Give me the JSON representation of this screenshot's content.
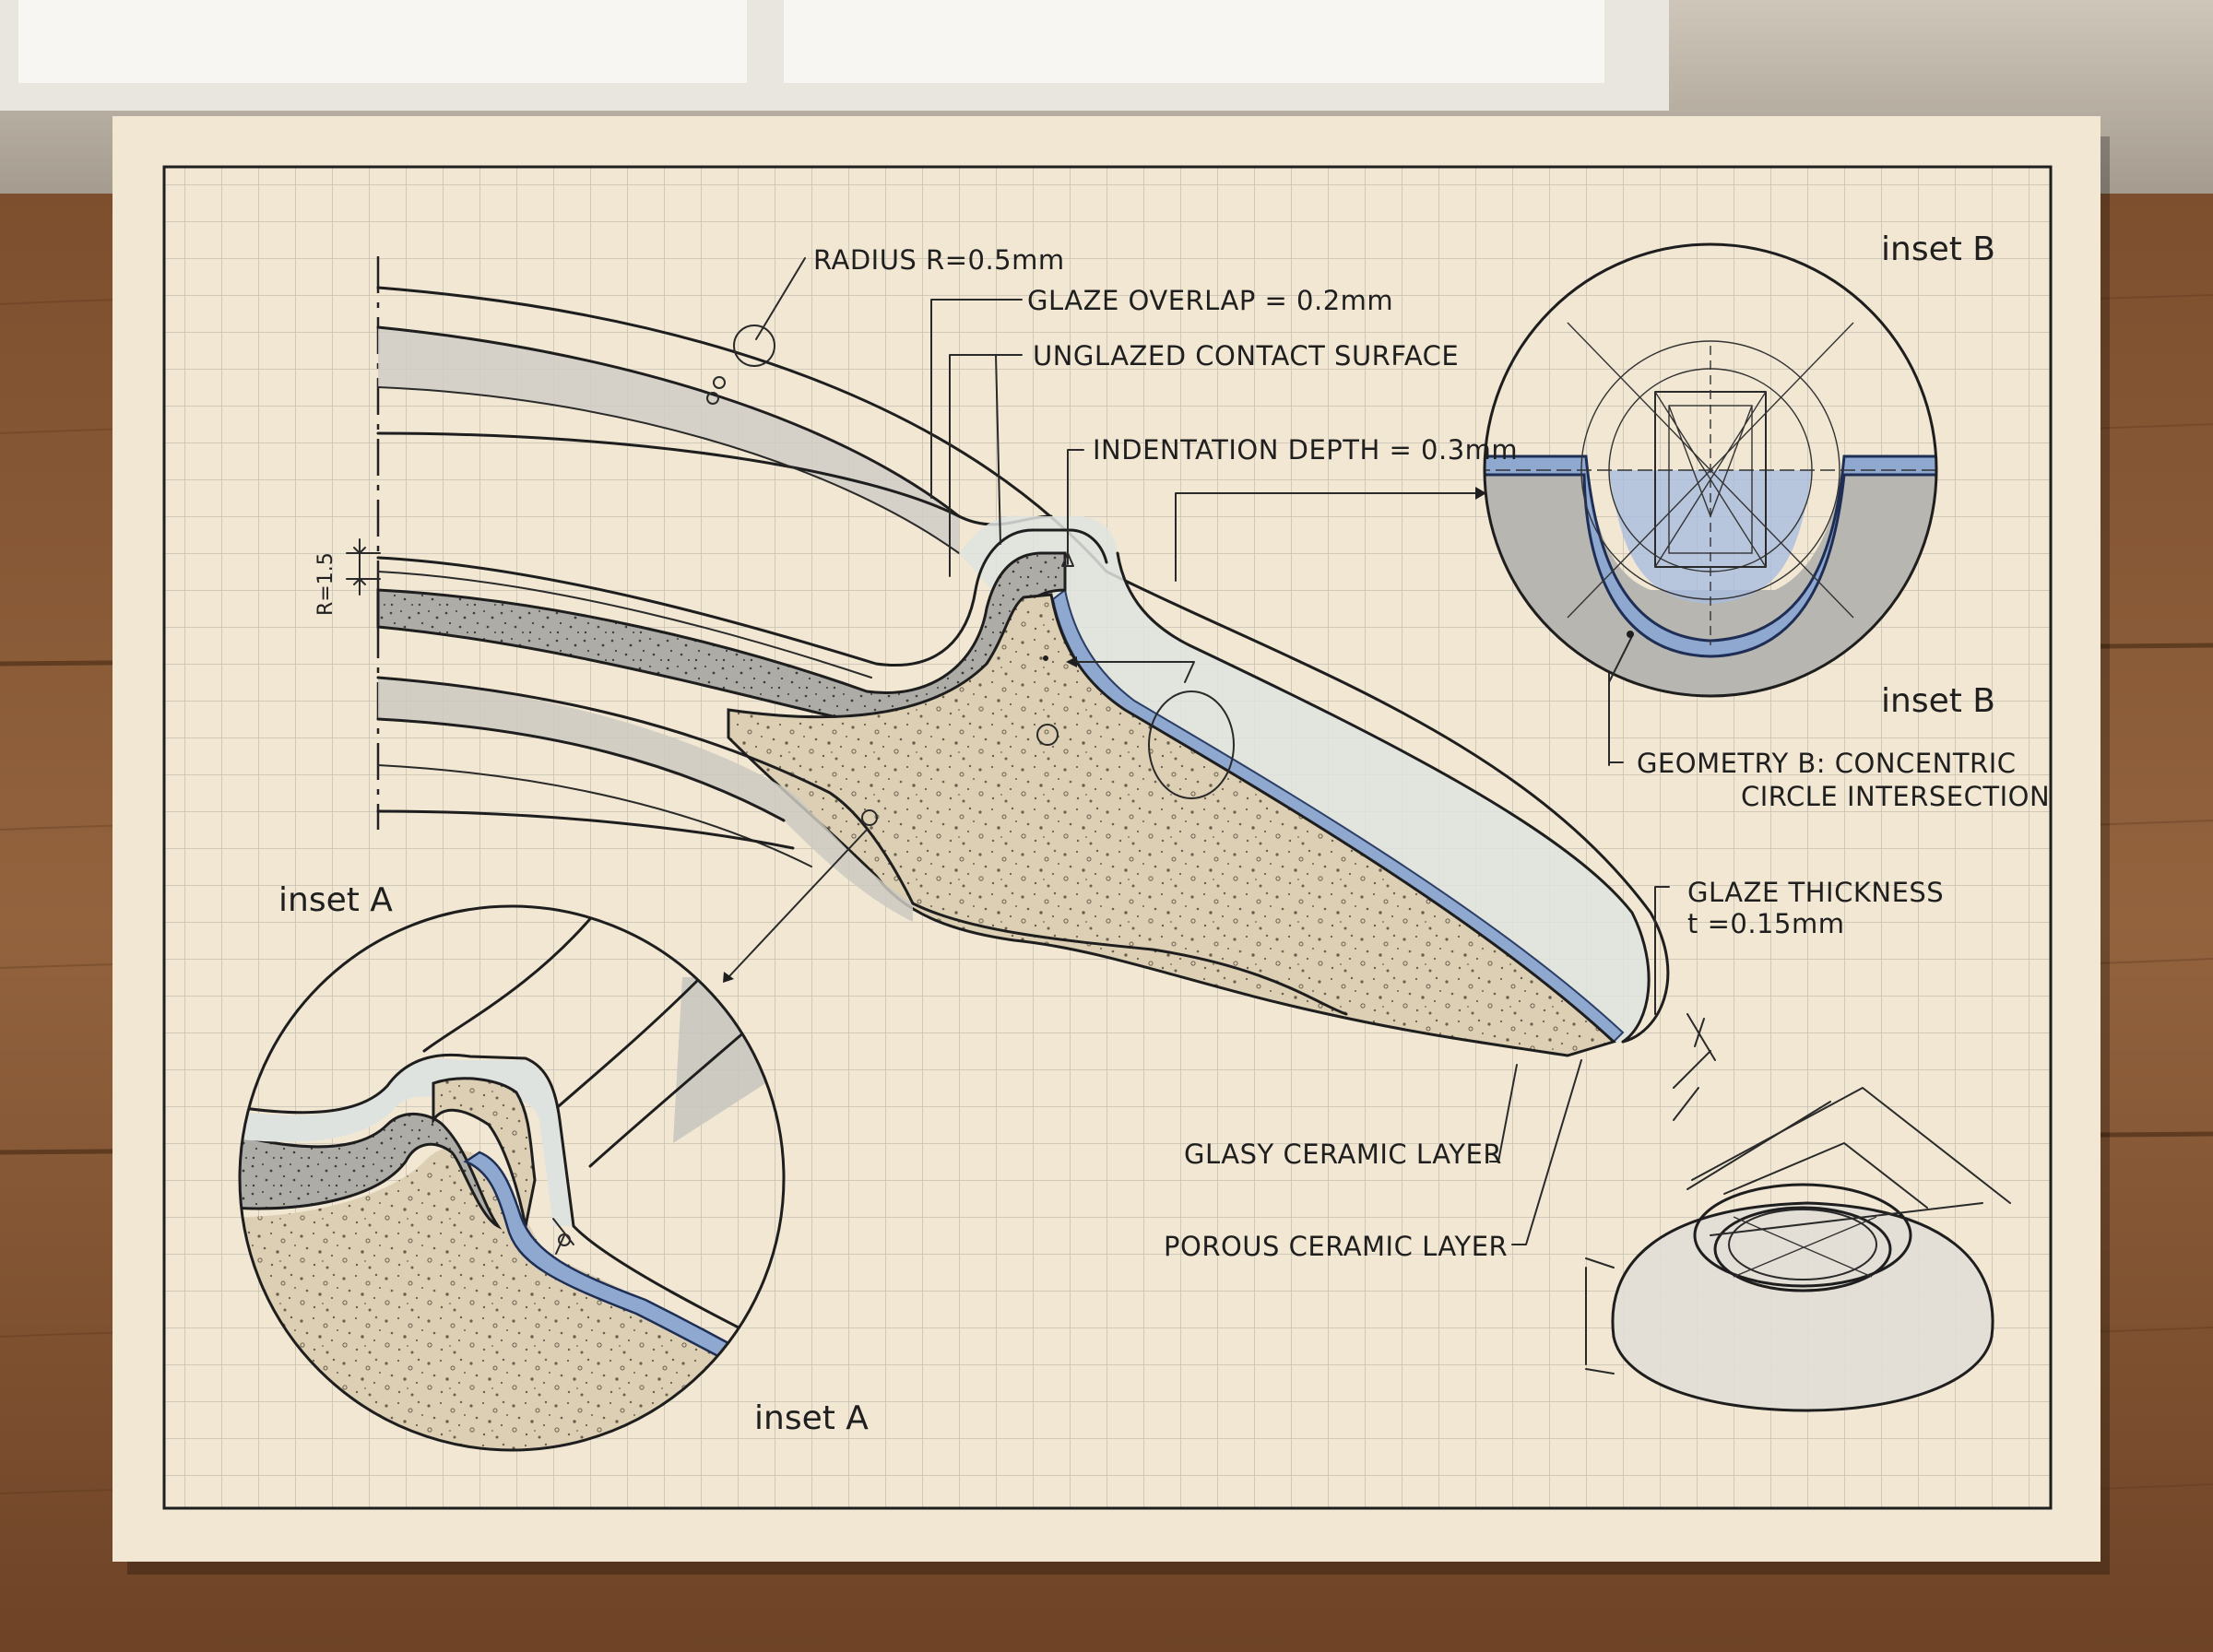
{
  "labels": {
    "radius": "RADIUS R=0.5mm",
    "glaze_overlap": "GLAZE OVERLAP = 0.2mm",
    "unglazed_contact": "UNGLAZED CONTACT SURFACE",
    "indentation_depth": "INDENTATION DEPTH = 0.3mm",
    "inset_b_top": "inset B",
    "inset_b_bottom": "inset B",
    "geometry_b_line1": "GEOMETRY B: CONCENTRIC",
    "geometry_b_line2": "CIRCLE INTERSECTION",
    "glaze_thickness_line1": "GLAZE THICKNESS",
    "glaze_thickness_line2": "t =0.15mm",
    "glasy_ceramic": "GLASY CERAMIC LAYER",
    "porous_ceramic": "POROUS CERAMIC LAYER",
    "inset_a_top": "inset A",
    "inset_a_bottom": "inset A",
    "r_dimension": "R=1.5"
  },
  "colors": {
    "paper": "#f1e7d3",
    "grid": "#b9b4a8",
    "glaze": "#8fa8cf",
    "porous": "#ddd0b6",
    "glassy": "#cfd6d3",
    "shell": "#c8c6c0",
    "wood": "#8a5a35"
  }
}
